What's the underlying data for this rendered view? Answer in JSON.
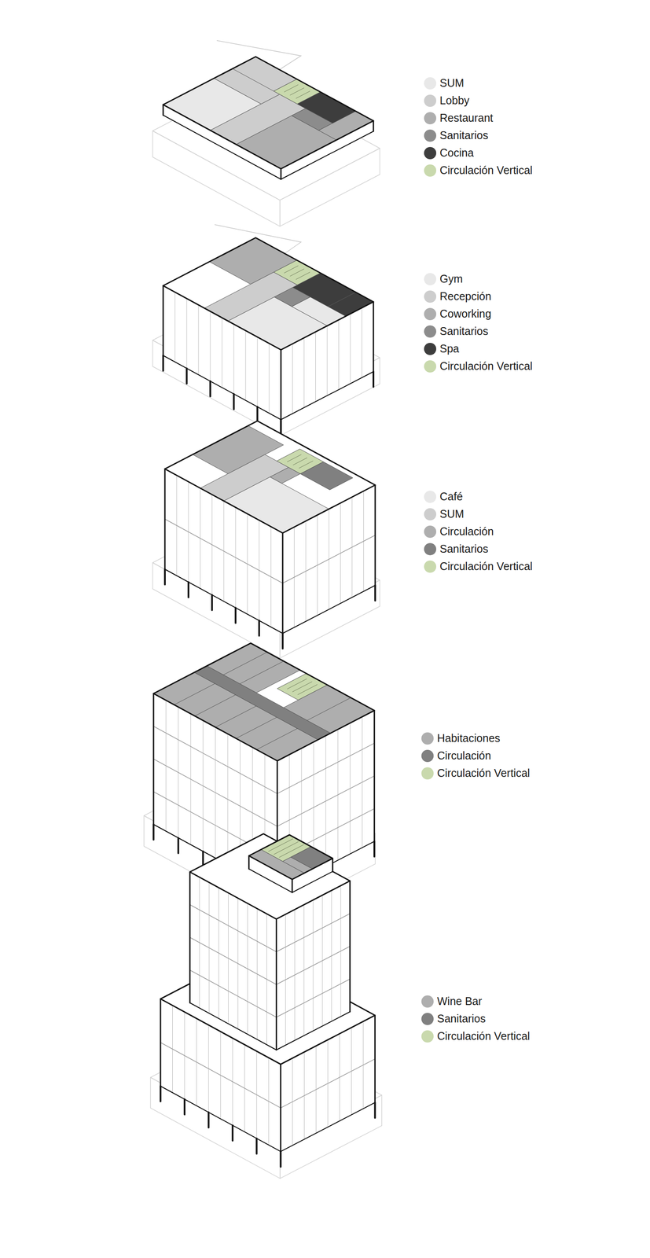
{
  "diagram": {
    "legend": [
      {
        "text": "SUM",
        "color": "#e8e8e8"
      },
      {
        "text": "Lobby",
        "color": "#cdcdcd"
      },
      {
        "text": "Restaurant",
        "color": "#aeaeae"
      },
      {
        "text": "Sanitarios",
        "color": "#8c8c8c"
      },
      {
        "text": "Cocina",
        "color": "#3d3d3d"
      },
      {
        "text": "Circulación Vertical",
        "color": "#c9d9ad"
      },
      {
        "text": "Gym",
        "color": "#e8e8e8"
      },
      {
        "text": "Recepción",
        "color": "#cdcdcd"
      },
      {
        "text": "Coworking",
        "color": "#aeaeae"
      },
      {
        "text": "Sanitarios",
        "color": "#8c8c8c"
      },
      {
        "text": "Spa",
        "color": "#3d3d3d"
      },
      {
        "text": "Circulación Vertical",
        "color": "#c9d9ad"
      },
      {
        "text": "Café",
        "color": "#e8e8e8"
      },
      {
        "text": "SUM",
        "color": "#cdcdcd"
      },
      {
        "text": "Circulación",
        "color": "#aeaeae"
      },
      {
        "text": "Sanitarios",
        "color": "#808080"
      },
      {
        "text": "Circulación Vertical",
        "color": "#c9d9ad"
      },
      {
        "text": "Habitaciones",
        "color": "#aeaeae"
      },
      {
        "text": "Circulación",
        "color": "#808080"
      },
      {
        "text": "Circulación Vertical",
        "color": "#c9d9ad"
      },
      {
        "text": "Wine Bar",
        "color": "#aeaeae"
      },
      {
        "text": "Sanitarios",
        "color": "#808080"
      },
      {
        "text": "Circulación Vertical",
        "color": "#c9d9ad"
      }
    ]
  }
}
